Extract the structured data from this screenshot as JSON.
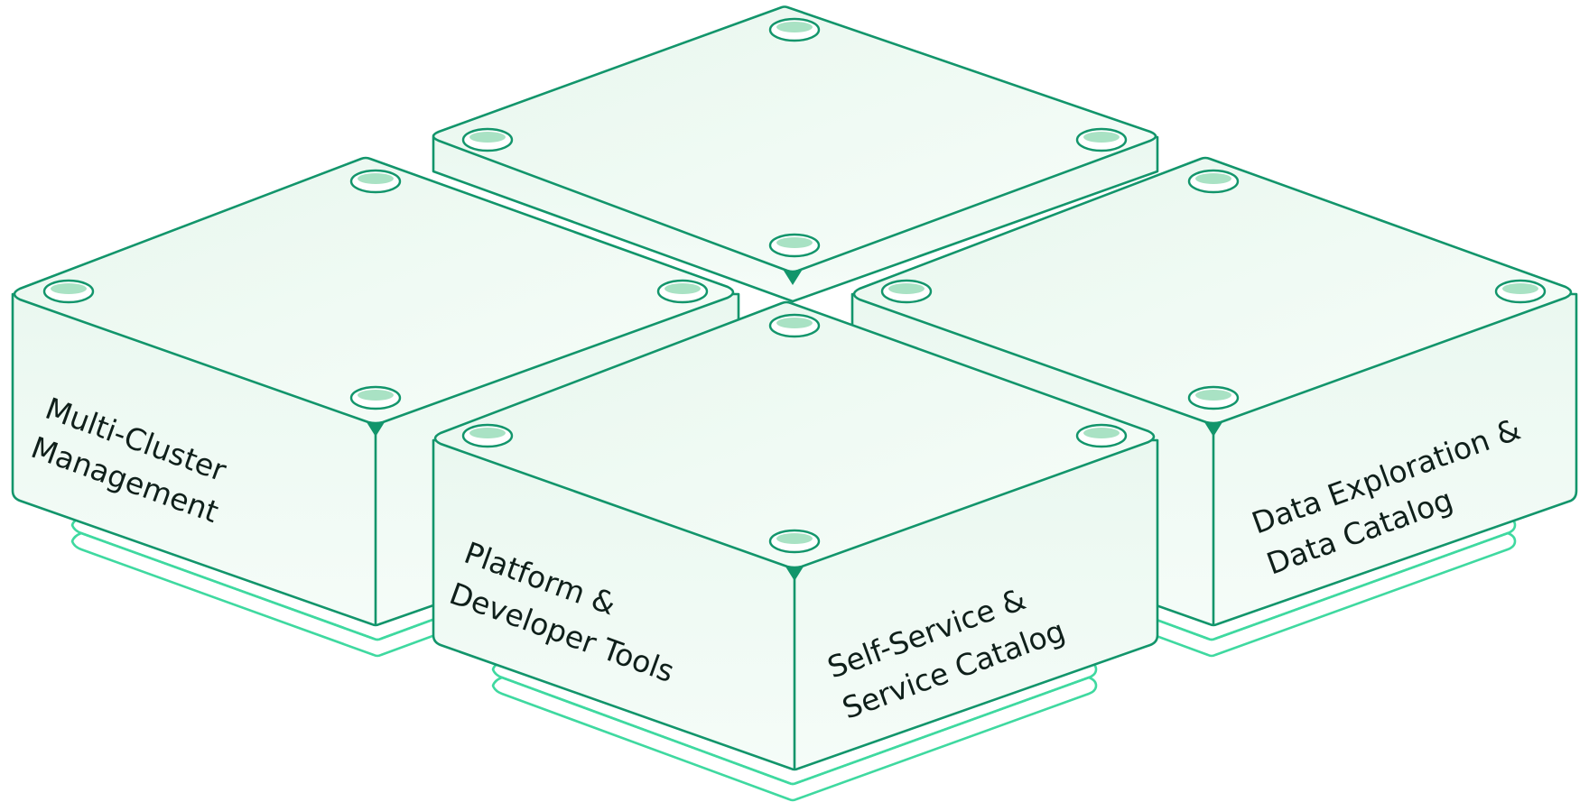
{
  "modules": [
    {
      "id": "back",
      "label_lines": []
    },
    {
      "id": "left",
      "label_lines": [
        "Multi-Cluster",
        "Management"
      ]
    },
    {
      "id": "right",
      "label_lines": [
        "Data Exploration &",
        "Data Catalog"
      ]
    },
    {
      "id": "front",
      "label_lines": [
        "Platform &",
        "Developer Tools"
      ],
      "right_label_lines": [
        "Self-Service &",
        "Service Catalog"
      ]
    }
  ],
  "colors": {
    "outline": "#12956b",
    "plate_outline": "#3fd9a0",
    "top_face": "#eefaf2",
    "side_face": "#f3fbf6",
    "hole_fill": "#a9e2c4",
    "text": "#0f1f1a"
  }
}
